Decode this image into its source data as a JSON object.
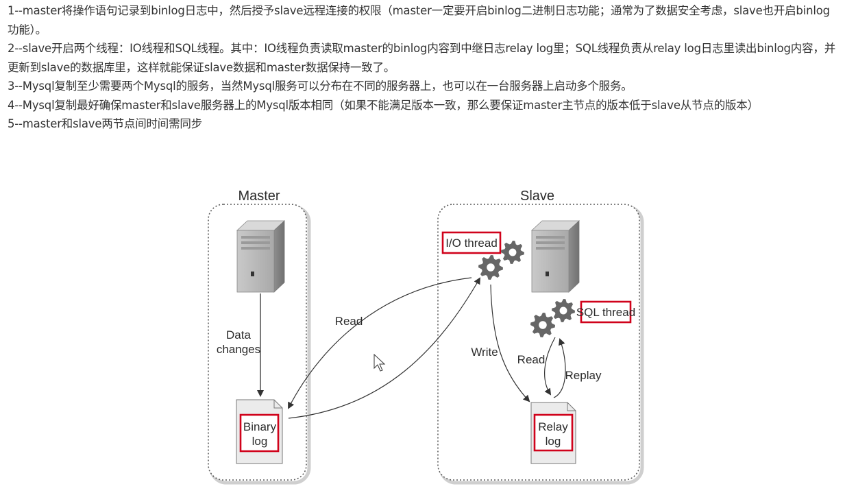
{
  "paragraphs": [
    "1--master将操作语句记录到binlog日志中，然后授予slave远程连接的权限（master一定要开启binlog二进制日志功能；通常为了数据安全考虑，slave也开启binlog功能）。",
    "2--slave开启两个线程：IO线程和SQL线程。其中：IO线程负责读取master的binlog内容到中继日志relay log里；SQL线程负责从relay log日志里读出binlog内容，并更新到slave的数据库里，这样就能保证slave数据和master数据保持一致了。",
    "3--Mysql复制至少需要两个Mysql的服务，当然Mysql服务可以分布在不同的服务器上，也可以在一台服务器上启动多个服务。",
    "4--Mysql复制最好确保master和slave服务器上的Mysql版本相同（如果不能满足版本一致，那么要保证master主节点的版本低于slave从节点的版本）",
    "5--master和slave两节点间时间需同步"
  ],
  "diagram": {
    "master_title": "Master",
    "slave_title": "Slave",
    "data_changes_line1": "Data",
    "data_changes_line2": "changes",
    "binary_log_line1": "Binary",
    "binary_log_line2": "log",
    "read_label": "Read",
    "io_thread_label": "I/O thread",
    "sql_thread_label": "SQL thread",
    "write_label": "Write",
    "slave_read_label": "Read",
    "replay_label": "Replay",
    "relay_log_line1": "Relay",
    "relay_log_line2": "log",
    "highlight_color": "#d0021b"
  }
}
